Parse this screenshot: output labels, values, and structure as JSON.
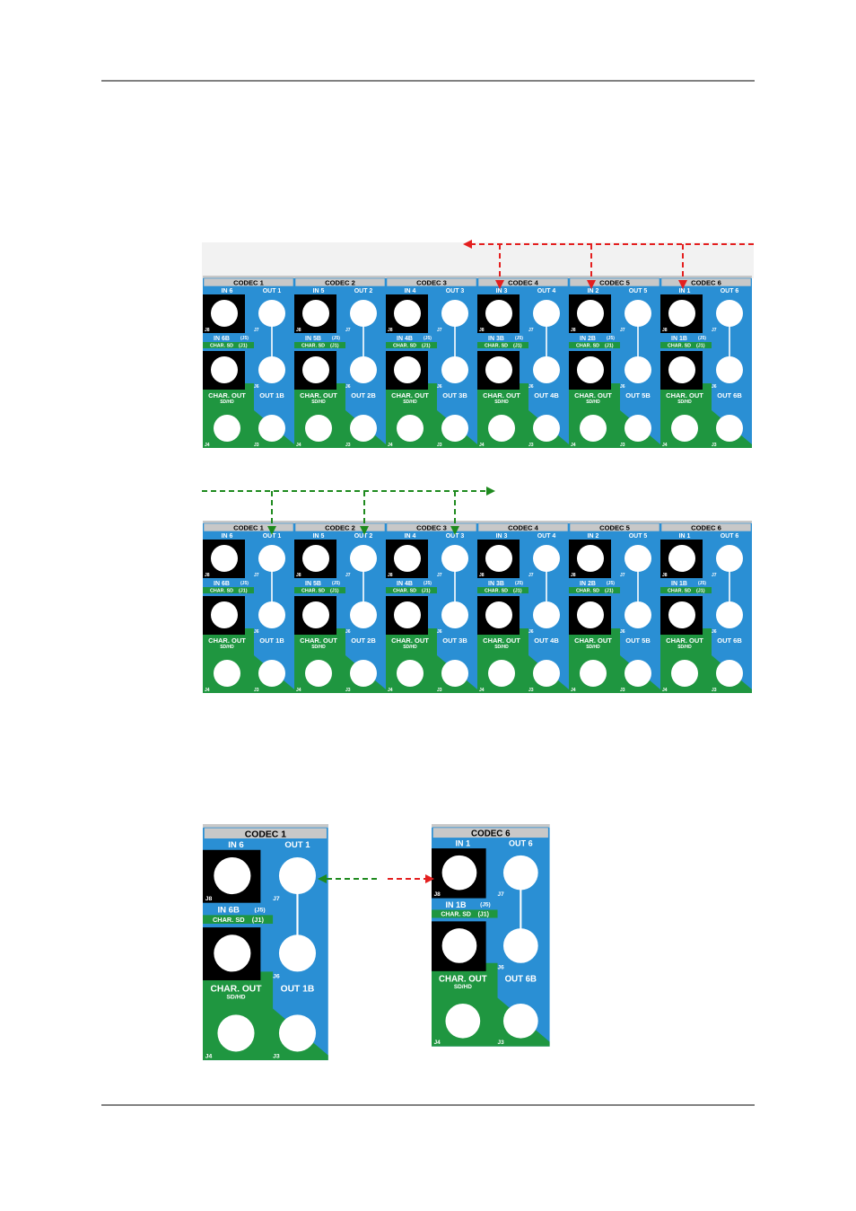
{
  "colors": {
    "panel_blue": "#2a8fd4",
    "panel_green": "#1f9640",
    "header_grey": "#c8c8c8",
    "in_arrow": "#e41f1f",
    "out_arrow": "#1e8a1e",
    "socket_black": "#000000",
    "socket_white": "#ffffff"
  },
  "codecs": [
    {
      "title": "CODEC 1",
      "in": "IN 6",
      "out": "OUT 1",
      "inb": "IN 6B",
      "outb": "OUT 1B"
    },
    {
      "title": "CODEC 2",
      "in": "IN 5",
      "out": "OUT 2",
      "inb": "IN 5B",
      "outb": "OUT 2B"
    },
    {
      "title": "CODEC 3",
      "in": "IN 4",
      "out": "OUT 3",
      "inb": "IN 4B",
      "outb": "OUT 3B"
    },
    {
      "title": "CODEC 4",
      "in": "IN 3",
      "out": "OUT 4",
      "inb": "IN 3B",
      "outb": "OUT 4B"
    },
    {
      "title": "CODEC 5",
      "in": "IN 2",
      "out": "OUT 5",
      "inb": "IN 2B",
      "outb": "OUT 5B"
    },
    {
      "title": "CODEC 6",
      "in": "IN 1",
      "out": "OUT 6",
      "inb": "IN 1B",
      "outb": "OUT 6B"
    }
  ],
  "common_labels": {
    "j5": "(J5)",
    "j1": "(J1)",
    "char_sd": "CHAR. SD",
    "char_out": "CHAR. OUT",
    "sdhd": "SD/HD",
    "jacks": {
      "j8": "J8",
      "j7": "J7",
      "j6": "J6",
      "j4": "J4",
      "j3": "J3"
    }
  },
  "detail_panels": [
    0,
    5
  ]
}
